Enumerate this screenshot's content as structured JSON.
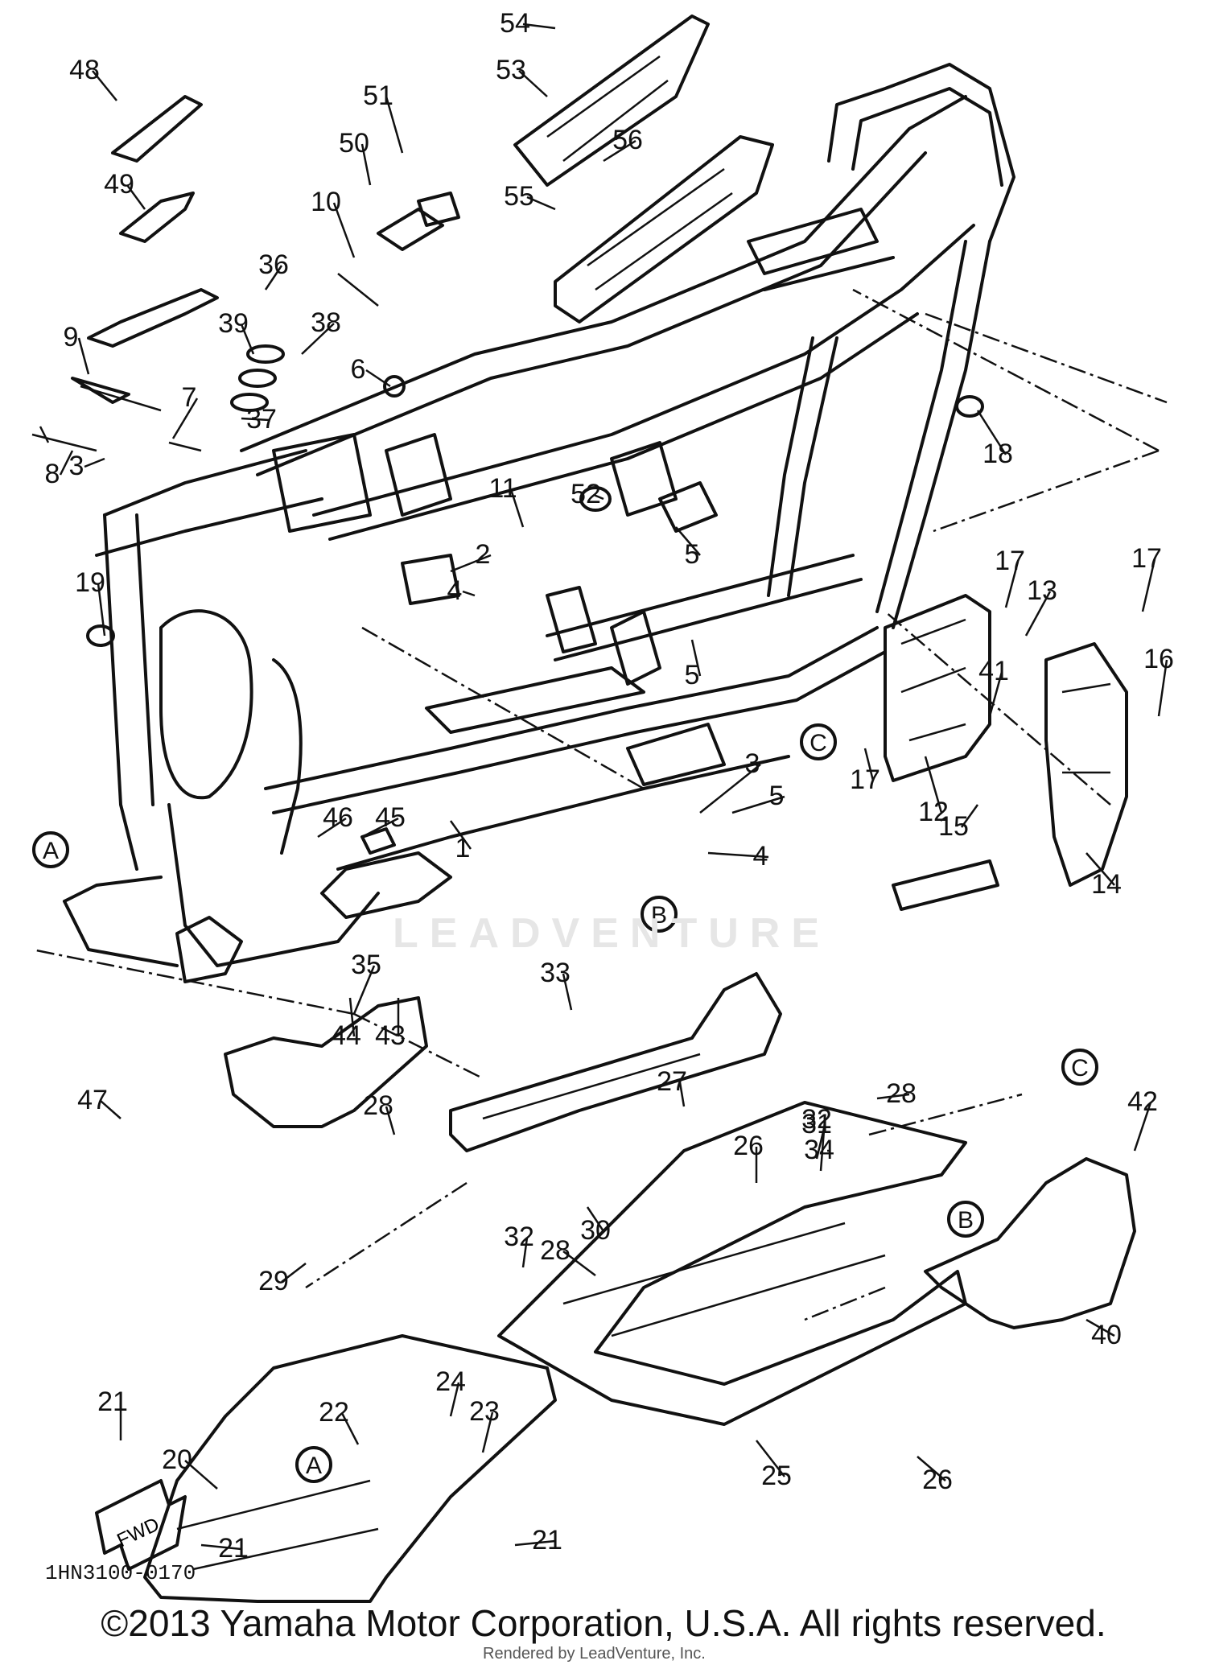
{
  "diagram": {
    "watermark": "LEADVENTURE",
    "drawing_code": "1HN3100-0170",
    "copyright": "©2013 Yamaha Motor Corporation, U.S.A. All rights reserved.",
    "rendered_by": "Rendered by LeadVenture, Inc.",
    "fwd_label": "FWD",
    "callouts": [
      "1",
      "2",
      "3",
      "3",
      "4",
      "4",
      "5",
      "5",
      "5",
      "6",
      "7",
      "8",
      "9",
      "10",
      "11",
      "12",
      "13",
      "14",
      "15",
      "16",
      "17",
      "17",
      "17",
      "18",
      "19",
      "20",
      "21",
      "21",
      "21",
      "22",
      "23",
      "24",
      "25",
      "26",
      "26",
      "27",
      "28",
      "28",
      "28",
      "29",
      "30",
      "31",
      "32",
      "32",
      "33",
      "34",
      "35",
      "36",
      "37",
      "38",
      "39",
      "40",
      "41",
      "42",
      "43",
      "44",
      "45",
      "46",
      "47",
      "48",
      "49",
      "50",
      "51",
      "52",
      "53",
      "54",
      "55",
      "56"
    ],
    "circled_refs": [
      "A",
      "B",
      "C",
      "A",
      "B",
      "C"
    ]
  }
}
